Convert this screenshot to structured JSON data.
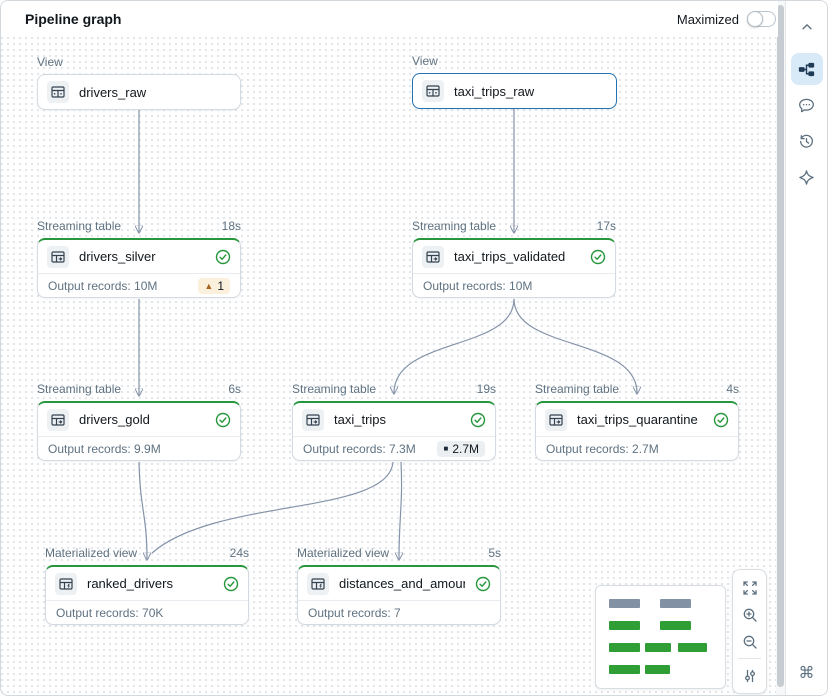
{
  "header": {
    "title": "Pipeline graph",
    "maximized_label": "Maximized"
  },
  "nodes": [
    {
      "type_label": "View",
      "name": "drivers_raw",
      "kind": "view"
    },
    {
      "type_label": "View",
      "name": "taxi_trips_raw",
      "kind": "view",
      "selected": true
    },
    {
      "type_label": "Streaming table",
      "duration": "18s",
      "name": "drivers_silver",
      "status": "success",
      "output": "Output records: 10M",
      "warning_badge": {
        "glyph": "▲",
        "value": "1"
      }
    },
    {
      "type_label": "Streaming table",
      "duration": "17s",
      "name": "taxi_trips_validated",
      "status": "success",
      "output": "Output records: 10M"
    },
    {
      "type_label": "Streaming table",
      "duration": "6s",
      "name": "drivers_gold",
      "status": "success",
      "output": "Output records: 9.9M"
    },
    {
      "type_label": "Streaming table",
      "duration": "19s",
      "name": "taxi_trips",
      "status": "success",
      "output": "Output records: 7.3M",
      "metric_badge": {
        "glyph": "■",
        "value": "2.7M"
      }
    },
    {
      "type_label": "Streaming table",
      "duration": "4s",
      "name": "taxi_trips_quarantine",
      "status": "success",
      "output": "Output records: 2.7M"
    },
    {
      "type_label": "Materialized view",
      "duration": "24s",
      "name": "ranked_drivers",
      "status": "success",
      "output": "Output records: 70K"
    },
    {
      "type_label": "Materialized view",
      "duration": "5s",
      "name": "distances_and_amounts_b…",
      "status": "success",
      "output": "Output records: 7"
    }
  ],
  "edges": [
    {
      "from": "drivers_raw",
      "to": "drivers_silver"
    },
    {
      "from": "taxi_trips_raw",
      "to": "taxi_trips_validated"
    },
    {
      "from": "drivers_silver",
      "to": "drivers_gold"
    },
    {
      "from": "taxi_trips_validated",
      "to": "taxi_trips"
    },
    {
      "from": "taxi_trips_validated",
      "to": "taxi_trips_quarantine"
    },
    {
      "from": "drivers_gold",
      "to": "ranked_drivers"
    },
    {
      "from": "taxi_trips",
      "to": "ranked_drivers"
    },
    {
      "from": "taxi_trips",
      "to": "distances_and_amounts_b…"
    }
  ],
  "sidebar": {
    "tools": [
      "collapse-panel",
      "pipeline-graph",
      "comments",
      "history",
      "assistant"
    ],
    "active_tool": "pipeline-graph",
    "command_glyph": "⌘"
  },
  "zoom_controls": [
    "fit-to-screen",
    "zoom-in",
    "zoom-out",
    "display-settings"
  ],
  "minimap": {
    "rows": [
      {
        "color": "gray",
        "bars": 2
      },
      {
        "color": "green",
        "bars": 2
      },
      {
        "color": "green",
        "bars": 3
      },
      {
        "color": "green",
        "bars": 2
      }
    ]
  },
  "colors": {
    "success_green": "#27963c",
    "selected_blue": "#2272b4",
    "edge_gray": "#8593a9",
    "warn_bg": "#faf0dc",
    "warn_icon": "#a8651f",
    "metric_badge_bg": "#eceff1",
    "label_gray": "#5f7281",
    "text_dark": "#11171c",
    "minimap_gray": "#8292a4",
    "minimap_green": "#2e9e35",
    "active_tool_bg": "#d8e9f8"
  }
}
